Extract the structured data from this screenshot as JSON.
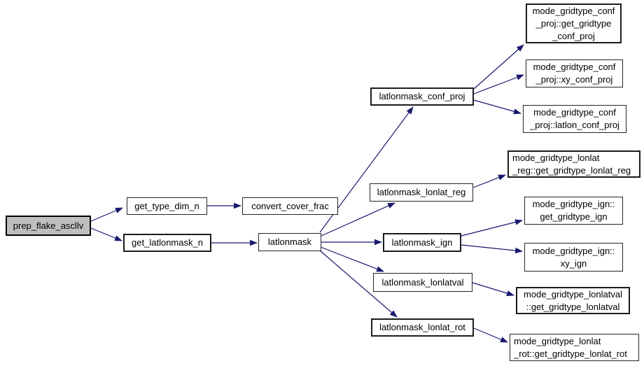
{
  "diagram": {
    "kind": "doxygen-call-graph",
    "colors": {
      "background": "#ffffff",
      "edge": "#191970",
      "node_fill": "#ffffff",
      "node_border": "#242424",
      "root_fill": "#bfbfbf",
      "text": "#000000"
    },
    "nodes": {
      "prep_flake_ascllv": {
        "label": "prep_flake_ascllv"
      },
      "get_type_dim_n": {
        "label": "get_type_dim_n"
      },
      "get_latlonmask_n": {
        "label": "get_latlonmask_n"
      },
      "convert_cover_frac": {
        "label": "convert_cover_frac"
      },
      "latlonmask": {
        "label": "latlonmask"
      },
      "latlonmask_conf_proj": {
        "label": "latlonmask_conf_proj"
      },
      "latlonmask_lonlat_reg": {
        "label": "latlonmask_lonlat_reg"
      },
      "latlonmask_ign": {
        "label": "latlonmask_ign"
      },
      "latlonmask_lonlatval": {
        "label": "latlonmask_lonlatval"
      },
      "latlonmask_lonlat_rot": {
        "label": "latlonmask_lonlat_rot"
      },
      "get_gridtype_conf_proj": {
        "label": "mode_gridtype_conf\n_proj::get_gridtype\n_conf_proj"
      },
      "xy_conf_proj": {
        "label": "mode_gridtype_conf\n_proj::xy_conf_proj"
      },
      "latlon_conf_proj": {
        "label": "mode_gridtype_conf\n_proj::latlon_conf_proj"
      },
      "get_gridtype_lonlat_reg": {
        "label": "mode_gridtype_lonlat\n_reg::get_gridtype_lonlat_reg"
      },
      "get_gridtype_ign": {
        "label": "mode_gridtype_ign::\nget_gridtype_ign"
      },
      "xy_ign": {
        "label": "mode_gridtype_ign::\nxy_ign"
      },
      "get_gridtype_lonlatval": {
        "label": "mode_gridtype_lonlatval\n::get_gridtype_lonlatval"
      },
      "get_gridtype_lonlat_rot": {
        "label": "mode_gridtype_lonlat\n_rot::get_gridtype_lonlat_rot"
      }
    },
    "edges": [
      {
        "from": "prep_flake_ascllv",
        "to": "get_type_dim_n"
      },
      {
        "from": "prep_flake_ascllv",
        "to": "get_latlonmask_n"
      },
      {
        "from": "get_type_dim_n",
        "to": "convert_cover_frac"
      },
      {
        "from": "get_latlonmask_n",
        "to": "latlonmask"
      },
      {
        "from": "latlonmask",
        "to": "latlonmask_conf_proj"
      },
      {
        "from": "latlonmask",
        "to": "latlonmask_lonlat_reg"
      },
      {
        "from": "latlonmask",
        "to": "latlonmask_ign"
      },
      {
        "from": "latlonmask",
        "to": "latlonmask_lonlatval"
      },
      {
        "from": "latlonmask",
        "to": "latlonmask_lonlat_rot"
      },
      {
        "from": "latlonmask_conf_proj",
        "to": "get_gridtype_conf_proj"
      },
      {
        "from": "latlonmask_conf_proj",
        "to": "xy_conf_proj"
      },
      {
        "from": "latlonmask_conf_proj",
        "to": "latlon_conf_proj"
      },
      {
        "from": "latlonmask_lonlat_reg",
        "to": "get_gridtype_lonlat_reg"
      },
      {
        "from": "latlonmask_ign",
        "to": "get_gridtype_ign"
      },
      {
        "from": "latlonmask_ign",
        "to": "xy_ign"
      },
      {
        "from": "latlonmask_lonlatval",
        "to": "get_gridtype_lonlatval"
      },
      {
        "from": "latlonmask_lonlat_rot",
        "to": "get_gridtype_lonlat_rot"
      }
    ]
  }
}
